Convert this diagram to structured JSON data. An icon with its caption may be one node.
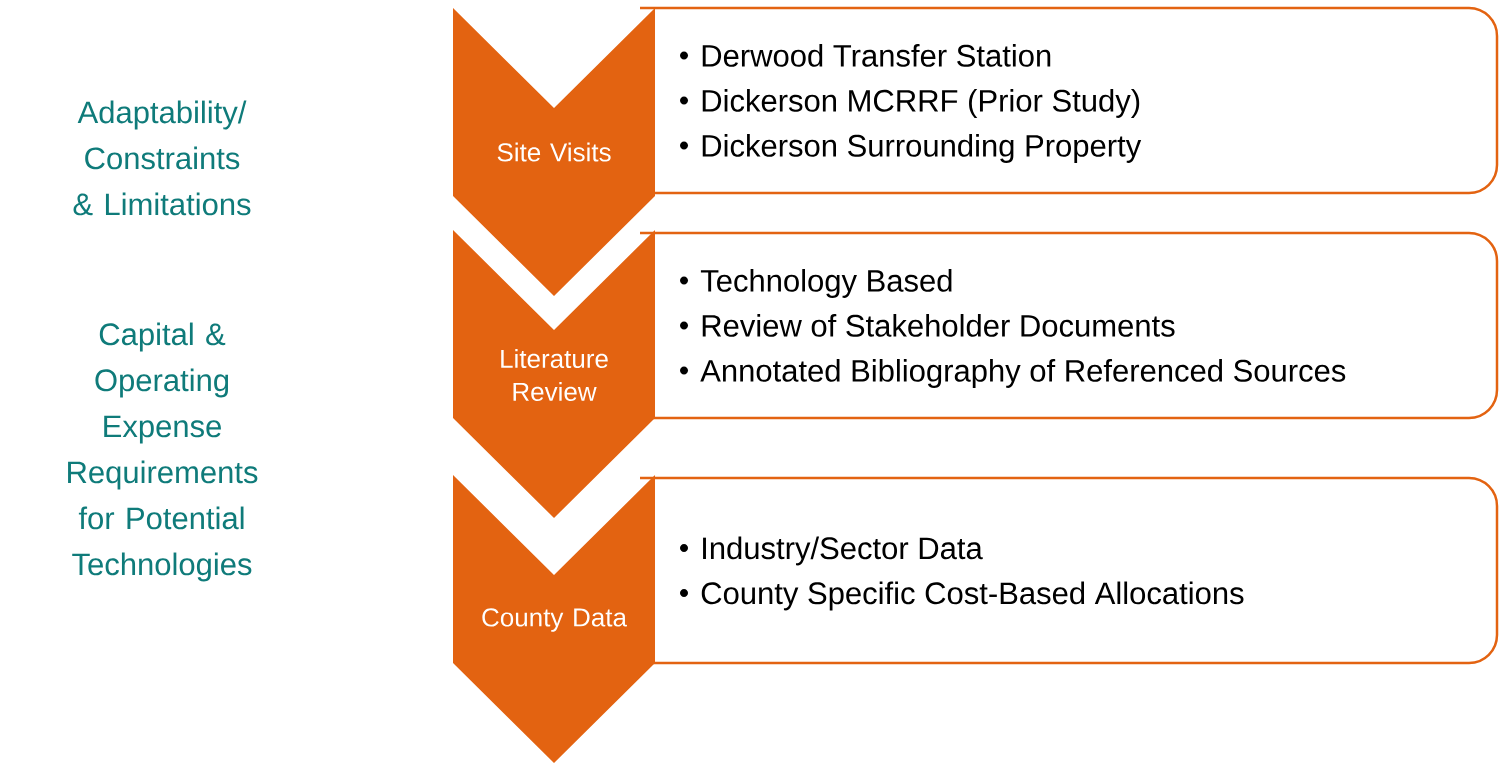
{
  "diagram": {
    "nodes": [
      {
        "text": [
          "Site Visits"
        ]
      },
      {
        "text": [
          "Derwood Transfer Station",
          "Dickerson MCRRF (Prior Study)",
          "Dickerson Surrounding Property"
        ]
      },
      {
        "text": [
          "Literature Review"
        ]
      },
      {
        "text": [
          "Technology Based",
          "Review of Stakeholder Documents",
          "Annotated Bibliography of Referenced Sources"
        ]
      },
      {
        "text": [
          "County Data"
        ]
      },
      {
        "text": [
          "Industry/Sector Data",
          "County Specific Cost-Based Allocations"
        ]
      }
    ],
    "labels": [
      "Adaptability/ Constraints & Limitations",
      "Capital & Operating Expense Requirements for Potential Technologies"
    ]
  }
}
